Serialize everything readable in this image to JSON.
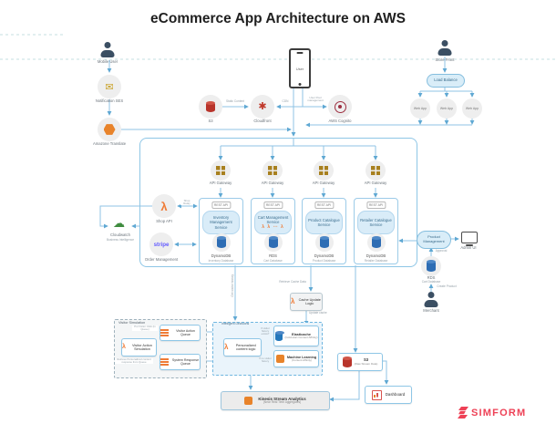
{
  "title": "eCommerce App Architecture on AWS",
  "colors": {
    "connector": "#8fc3e4",
    "arrow": "#5fa8d3",
    "panel_blue": "#d9edf8",
    "lambda_orange": "#ef7b36",
    "gateway_gold": "#a8801e",
    "db_blue": "#2e6db4",
    "aws_red": "#b8342b",
    "cognito_maroon": "#9d2f40",
    "stripe_purple": "#635bff",
    "brand_red": "#ee4156"
  },
  "top_left": {
    "mobile_user": "Mobile User",
    "notification_ses": "Notification SES",
    "amazon_translate": "Amazone Translate"
  },
  "cdn_row": {
    "s3": "S3",
    "edge_static_content": "Static Content",
    "cloudfront": "Cloudfront",
    "edge_cdn": "CDN",
    "user": "User",
    "edge_user_pool": "User Pool management",
    "aws_cognito": "AWS Cognito"
  },
  "storefront": {
    "store_front": "Store Front",
    "load_balance": "Load Balance",
    "web_apps": [
      "Web App",
      "Web App",
      "Web App"
    ]
  },
  "gateways": [
    "API Gateway",
    "API Gateway",
    "API Gateway",
    "API Gateway"
  ],
  "services": [
    {
      "badge": "REST API",
      "name": "Inventory Management Service",
      "db": "DynamoDB",
      "db_sub": "Inventory Database"
    },
    {
      "badge": "REST API",
      "name": "Cart Management Service",
      "lambdas": "λ λ ⋯ λ",
      "db": "RDS",
      "db_sub": "Cart Database"
    },
    {
      "badge": "REST API",
      "name": "Product Catalogue Service",
      "db": "DynamoDB",
      "db_sub": "Product Database"
    },
    {
      "badge": "REST API",
      "name": "Retailer Catalogue Service",
      "db": "DynamoDB",
      "db_sub": "Retailer Database"
    }
  ],
  "left_side": {
    "shop_api": "Shop API",
    "edge_shop_relay": "Shop Relay",
    "stripe": "stripe",
    "order_management": "Order Management",
    "cloudwatch": "Cloudwatch",
    "cloudwatch_sub": "Business Intelligence"
  },
  "right_side": {
    "product_management": "Product Management",
    "admin_ui": "Admin UI",
    "edge_approval": "Approval",
    "rds": "RDS",
    "rds_sub": "Cart Database",
    "edge_create_product": "Create Product",
    "merchant": "Merchant"
  },
  "cache": {
    "edge_retrieve": "Retrieve Cache Data",
    "logic": "Cache Update Logic",
    "edge_update": "Update cache",
    "edge_get_history": "Get visitor history"
  },
  "visitor_sim": {
    "label": "Visitor Simulation",
    "action_simulation": "Visitor Action Simulation",
    "action_queue": "Visitor Action Queue",
    "response_queue": "System Response Queue",
    "edge_put_click": "Put Visitor Click (in Queue)",
    "edge_retrieve_response": "Retrieve Personalized content response from Queue"
  },
  "intelligent": {
    "label": "Intelligent Decisions",
    "personalized": "Personalized content logic",
    "elasticache": "Elasticache",
    "elasticache_sub": "(Cold-start Content Affinity)",
    "ml": "Machine Learning",
    "ml_sub": "(Content Affinity)",
    "edge_history_exists": "If visitor history exists?",
    "edge_no_history": "If no visitor history"
  },
  "analytics": {
    "kinesis": "Kinesis Stream Analytics",
    "kinesis_sub": "(Near Real Time Aggregates)",
    "s3": "S3",
    "s3_sub": "(Raw Stream Data)",
    "dashboard": "Dashboard"
  },
  "branding": {
    "logo": "SIMFORM"
  }
}
